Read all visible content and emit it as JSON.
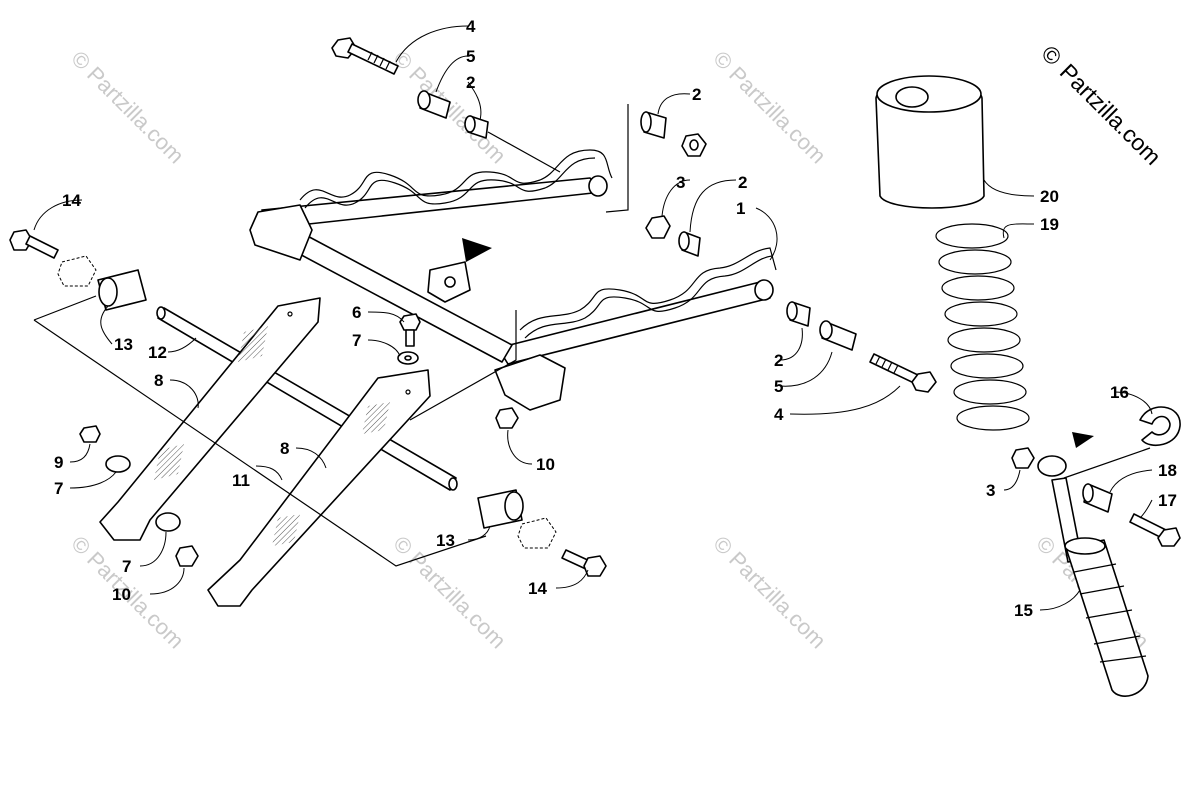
{
  "copyright": {
    "symbol": "©",
    "text": "Partzilla.com"
  },
  "watermarks": [
    {
      "text": "© Partzilla.com"
    },
    {
      "text": "© Partzilla.com"
    },
    {
      "text": "© Partzilla.com"
    },
    {
      "text": "© Partzilla.com"
    },
    {
      "text": "© Partzilla.com"
    },
    {
      "text": "© Partzilla.com"
    },
    {
      "text": "© Partzilla.com"
    }
  ],
  "callouts": [
    {
      "id": "c-4-top",
      "label": "4"
    },
    {
      "id": "c-5-top",
      "label": "5"
    },
    {
      "id": "c-2-top",
      "label": "2"
    },
    {
      "id": "c-2-upper-right",
      "label": "2"
    },
    {
      "id": "c-3-upper",
      "label": "3"
    },
    {
      "id": "c-2-mid",
      "label": "2"
    },
    {
      "id": "c-1",
      "label": "1"
    },
    {
      "id": "c-14-left",
      "label": "14"
    },
    {
      "id": "c-13-left",
      "label": "13"
    },
    {
      "id": "c-12",
      "label": "12"
    },
    {
      "id": "c-6",
      "label": "6"
    },
    {
      "id": "c-7-mid",
      "label": "7"
    },
    {
      "id": "c-8-left",
      "label": "8"
    },
    {
      "id": "c-2-lower",
      "label": "2"
    },
    {
      "id": "c-5-lower",
      "label": "5"
    },
    {
      "id": "c-4-lower",
      "label": "4"
    },
    {
      "id": "c-10-mid",
      "label": "10"
    },
    {
      "id": "c-8-mid",
      "label": "8"
    },
    {
      "id": "c-9",
      "label": "9"
    },
    {
      "id": "c-7-left",
      "label": "7"
    },
    {
      "id": "c-11",
      "label": "11"
    },
    {
      "id": "c-13-right",
      "label": "13"
    },
    {
      "id": "c-7-lower",
      "label": "7"
    },
    {
      "id": "c-10-lower",
      "label": "10"
    },
    {
      "id": "c-14-right",
      "label": "14"
    },
    {
      "id": "c-20",
      "label": "20"
    },
    {
      "id": "c-19",
      "label": "19"
    },
    {
      "id": "c-16",
      "label": "16"
    },
    {
      "id": "c-3-shock",
      "label": "3"
    },
    {
      "id": "c-18",
      "label": "18"
    },
    {
      "id": "c-17",
      "label": "17"
    },
    {
      "id": "c-15",
      "label": "15"
    }
  ]
}
